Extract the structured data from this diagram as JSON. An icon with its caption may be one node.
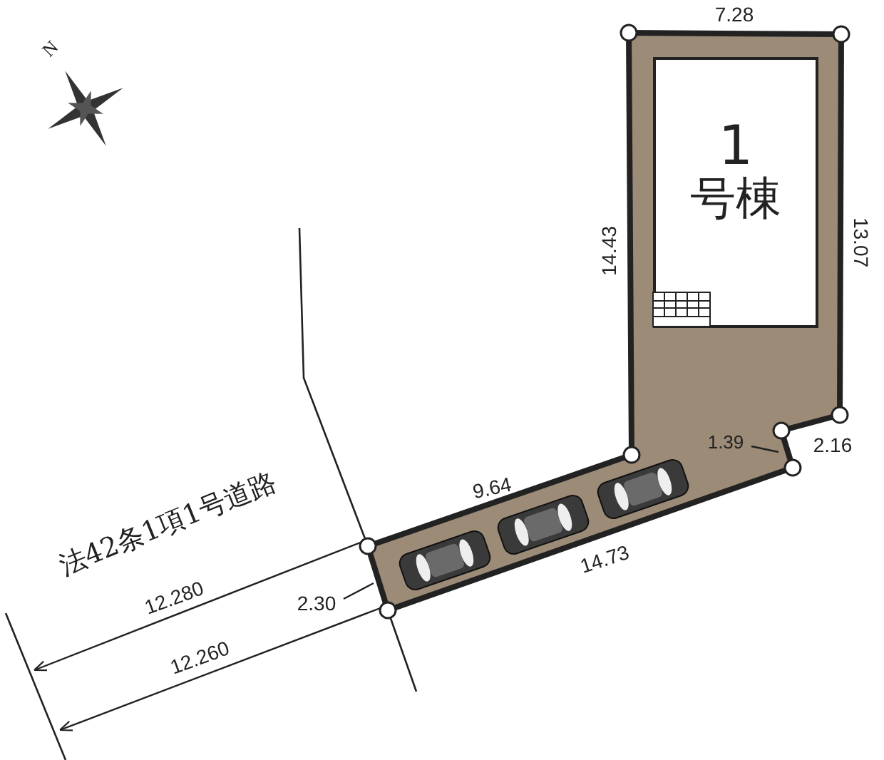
{
  "diagram": {
    "nodes": [
      {
        "text": [
          "1",
          "号棟"
        ]
      }
    ],
    "labels": [
      "N",
      "7.28",
      "14.43",
      "13.07",
      "1.39",
      "2.16",
      "9.64",
      "法42条1項1号道路",
      "14.73",
      "2.30",
      "12.280",
      "12.260"
    ]
  }
}
